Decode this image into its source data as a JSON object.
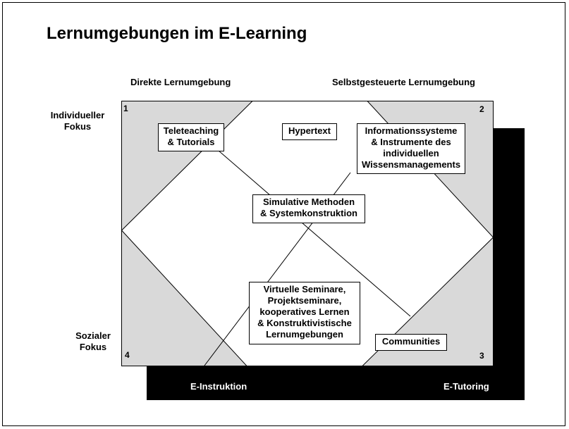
{
  "title": "Lernumgebungen im E-Learning",
  "columns": {
    "left": "Direkte Lernumgebung",
    "right": "Selbstgesteuerte Lernumgebung"
  },
  "rows": {
    "top": [
      "Individueller",
      "Fokus"
    ],
    "bottom": [
      "Sozialer",
      "Fokus"
    ]
  },
  "quadrants": [
    "1",
    "2",
    "3",
    "4"
  ],
  "boxes": {
    "teleteaching": [
      "Teleteaching",
      "& Tutorials"
    ],
    "hypertext": [
      "Hypertext"
    ],
    "info": [
      "Informationssysteme",
      "& Instrumente des",
      "individuellen",
      "Wissensmanagements"
    ],
    "simulative": [
      "Simulative Methoden",
      "& Systemkonstruktion"
    ],
    "virtual": [
      "Virtuelle Seminare,",
      "Projektseminare,",
      "kooperatives Lernen",
      "& Konstruktivistische",
      "Lernumgebungen"
    ],
    "communities": [
      "Communities"
    ]
  },
  "footer": {
    "left": "E-Instruktion",
    "right": "E-Tutoring"
  },
  "colors": {
    "corner_fill": "#d9d9d9",
    "shadow": "#000000"
  }
}
